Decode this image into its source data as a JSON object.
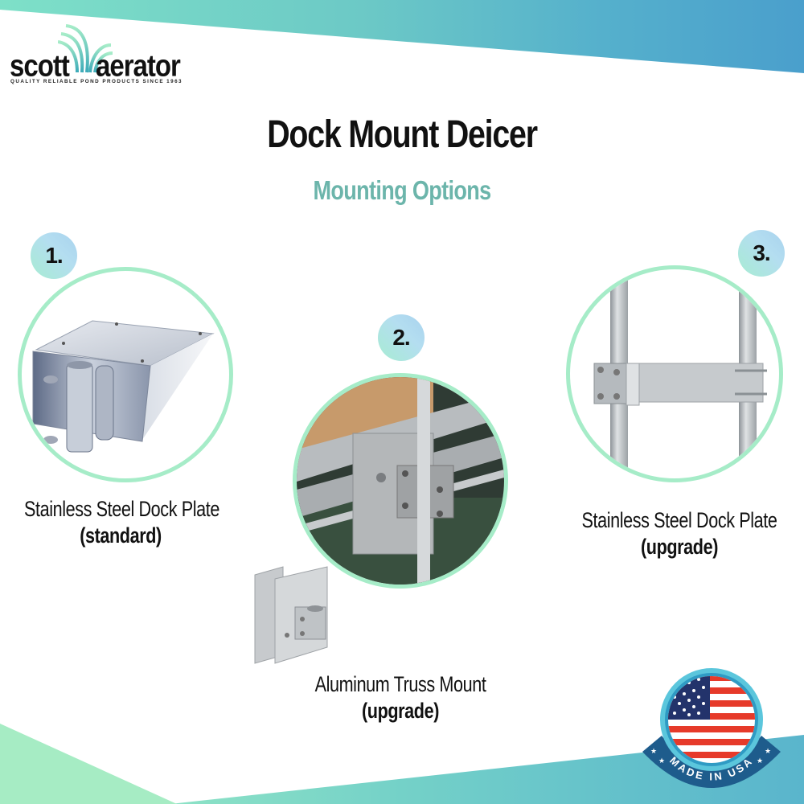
{
  "brand": {
    "name_left": "scott",
    "name_right": "aerator",
    "tagline": "QUALITY RELIABLE POND PRODUCTS SINCE 1963",
    "colors": {
      "mint": "#a6ecc8",
      "teal": "#6cb5ab",
      "blue": "#4a9fcc",
      "text": "#111111"
    }
  },
  "header": {
    "title": "Dock Mount Deicer",
    "subtitle": "Mounting Options"
  },
  "options": [
    {
      "number": "1.",
      "name": "Stainless Steel Dock Plate",
      "tier": "(standard)",
      "image": "stainless-dock-plate-bracket"
    },
    {
      "number": "2.",
      "name": "Aluminum Truss Mount",
      "tier": "(upgrade)",
      "image": "aluminum-truss-mount-clamp"
    },
    {
      "number": "3.",
      "name": "Stainless Steel Dock Plate",
      "tier": "(upgrade)",
      "image": "stainless-bar-mount-on-poles"
    }
  ],
  "badge": {
    "label": "MADE IN USA",
    "icon": "us-flag-seal"
  }
}
